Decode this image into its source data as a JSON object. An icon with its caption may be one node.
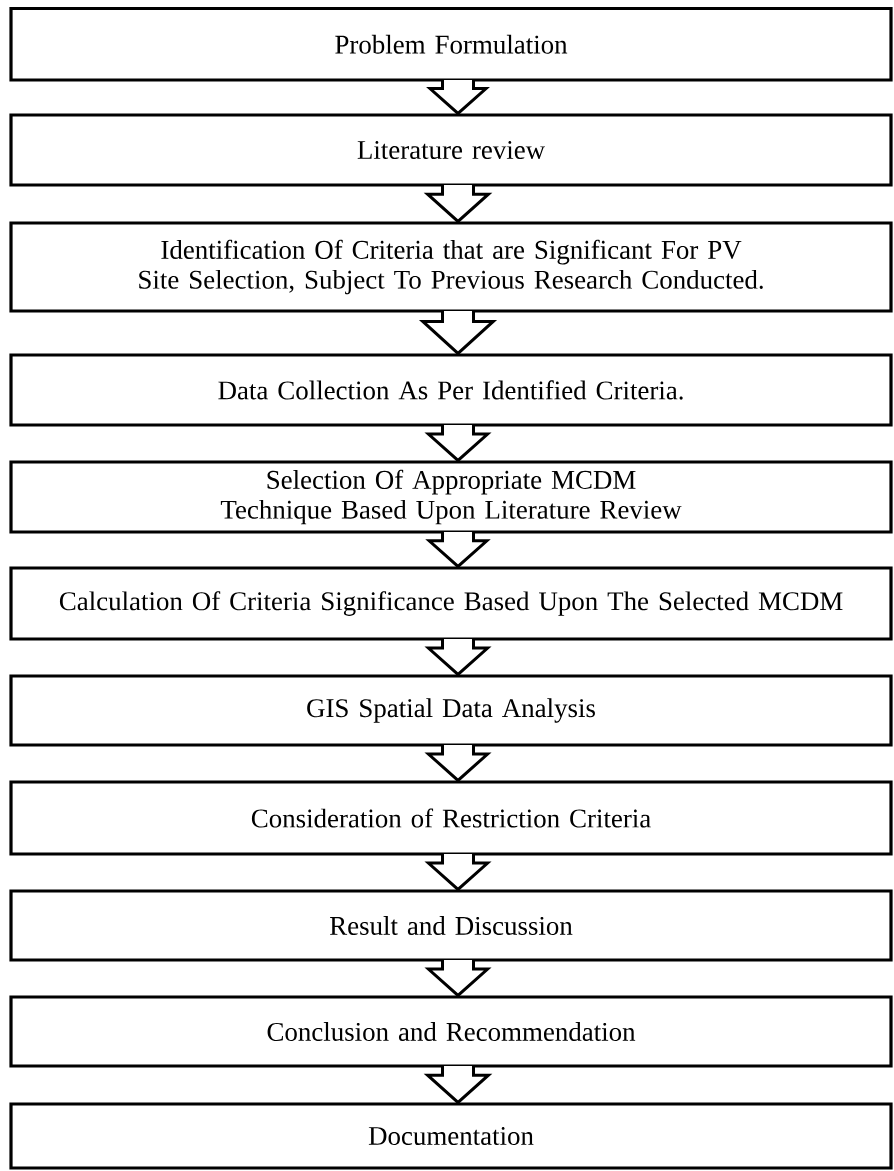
{
  "diagram": {
    "nodes": [
      {
        "text": [
          "Problem Formulation"
        ]
      },
      {
        "text": [
          "Literature review"
        ]
      },
      {
        "text": [
          "Identification Of  Criteria that are Significant  For PV Site Selection, Subject To Previous Research Conducted."
        ]
      },
      {
        "text": [
          "Data Collection As Per Identified Criteria."
        ]
      },
      {
        "text": [
          "Selection Of Appropriate MCDM Technique Based Upon Literature Review"
        ]
      },
      {
        "text": [
          "Calculation Of Criteria Significance Based Upon The Selected MCDM"
        ]
      },
      {
        "text": [
          "GIS Spatial Data Analysis"
        ]
      },
      {
        "text": [
          "Consideration of Restriction Criteria"
        ]
      },
      {
        "text": [
          "Result and Discussion"
        ]
      },
      {
        "text": [
          "Conclusion and Recommendation"
        ]
      },
      {
        "text": [
          "Documentation"
        ]
      }
    ],
    "edges": [
      {
        "from": 0,
        "to": 1,
        "arrow": "to"
      },
      {
        "from": 1,
        "to": 2,
        "arrow": "to"
      },
      {
        "from": 2,
        "to": 3,
        "arrow": "to"
      },
      {
        "from": 3,
        "to": 4,
        "arrow": "to"
      },
      {
        "from": 4,
        "to": 5,
        "arrow": "to"
      },
      {
        "from": 5,
        "to": 6,
        "arrow": "to"
      },
      {
        "from": 6,
        "to": 7,
        "arrow": "to"
      },
      {
        "from": 7,
        "to": 8,
        "arrow": "to"
      },
      {
        "from": 8,
        "to": 9,
        "arrow": "to"
      },
      {
        "from": 9,
        "to": 10,
        "arrow": "to"
      }
    ]
  }
}
